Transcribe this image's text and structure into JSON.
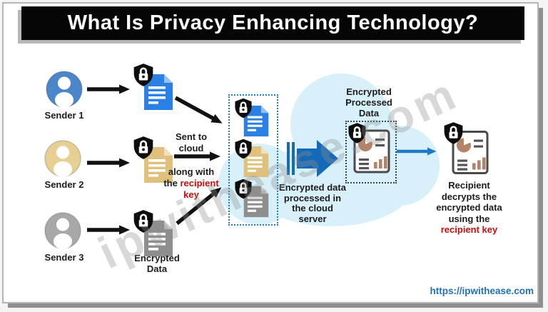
{
  "title": "What Is Privacy Enhancing Technology?",
  "senders": [
    {
      "label": "Sender 1"
    },
    {
      "label": "Sender 2"
    },
    {
      "label": "Sender 3"
    }
  ],
  "encrypted_data_caption": {
    "line1": "Encrypted",
    "line2": "Data"
  },
  "send_note": {
    "line1": "Sent to",
    "line2": "cloud",
    "line3": "along with",
    "line4_black": "the",
    "line4_red": "recipient",
    "line5_red": "key"
  },
  "processing_caption": {
    "line1": "Encrypted data",
    "line2": "processed in",
    "line3": "the cloud",
    "line4": "server"
  },
  "processed_caption": {
    "line1": "Encrypted",
    "line2": "Processed",
    "line3": "Data"
  },
  "recipient_caption": {
    "line1": "Recipient",
    "line2": "decrypts the",
    "line3": "encrypted data",
    "line4": "using the",
    "line5_red": "recipient key"
  },
  "watermark": "ipwithease.com",
  "footer_link": "https://ipwithease.com",
  "icons": {
    "sender": "person-icon",
    "encryption": "shield-lock-icon",
    "data_file": "document-icon",
    "processed_report": "report-chart-icon"
  },
  "colors": {
    "sender1_blue": "#4c86ca",
    "sender2_tan": "#e7cf94",
    "sender3_gray": "#a8a8a8",
    "doc_blue": "#2b80e4",
    "doc_tan": "#dfc07c",
    "doc_gray": "#8e8e8e",
    "cloud_fill": "#d7f0fa",
    "process_arrow_blue": "#1469b8",
    "flow_arrow_blue": "#1e7ac6",
    "highlight_red": "#c50d0d",
    "link_blue": "#2271b5"
  }
}
